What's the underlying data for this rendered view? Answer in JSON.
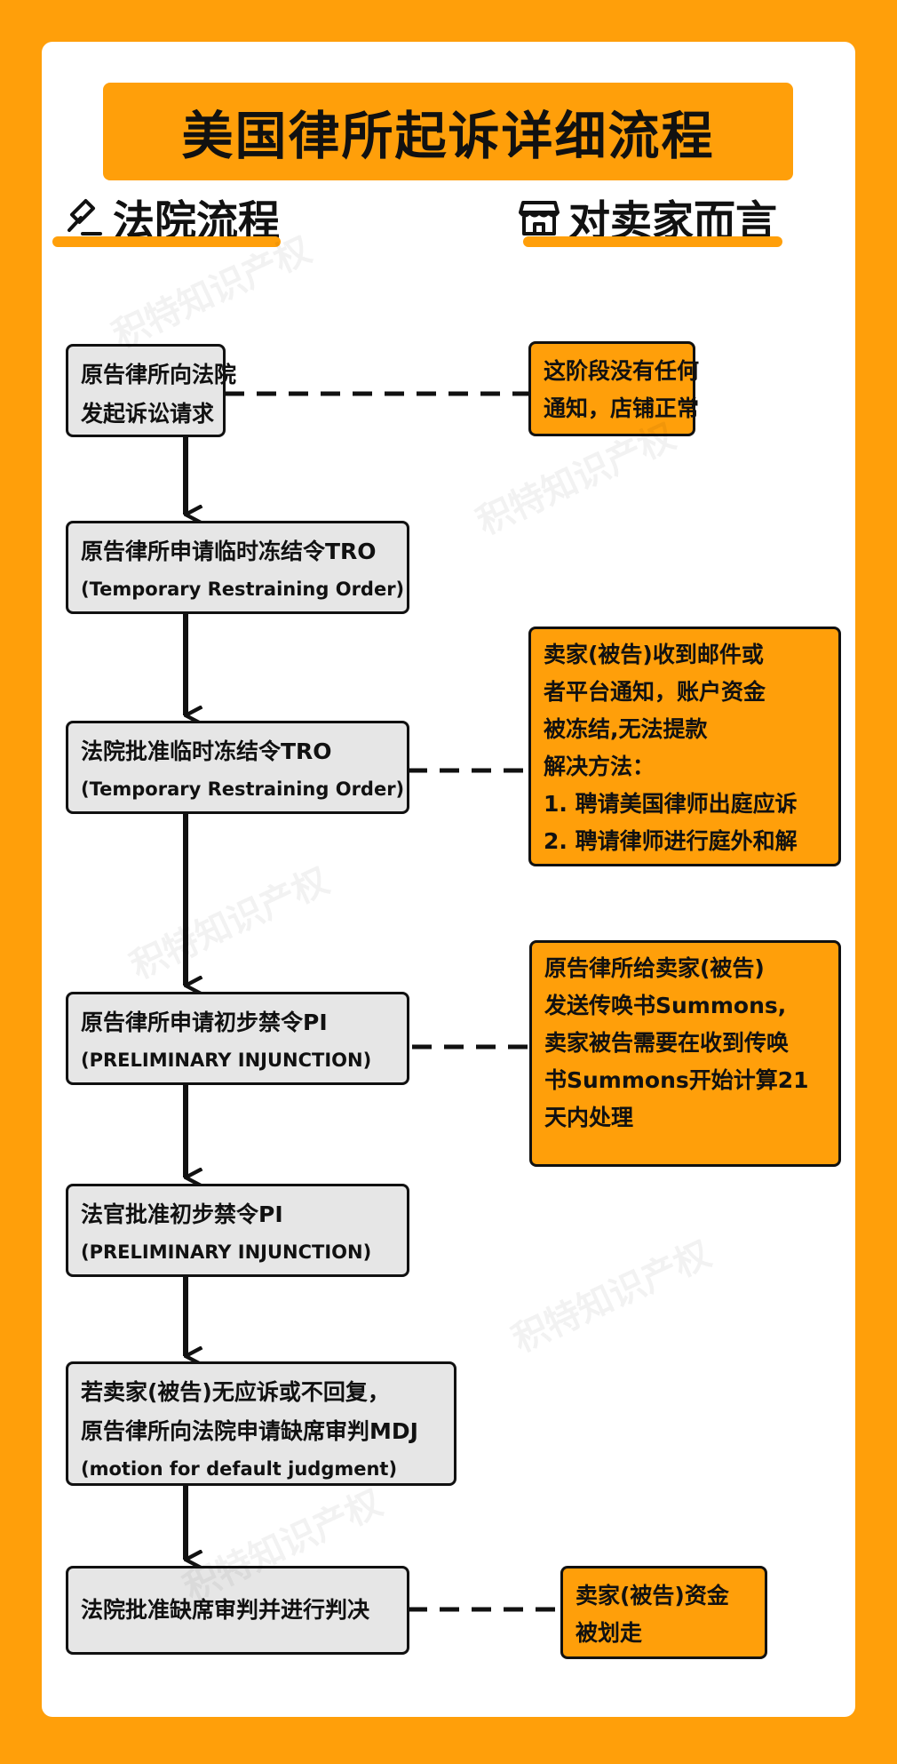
{
  "title": "美国律所起诉详细流程",
  "headers": {
    "left": "法院流程",
    "right": "对卖家而言"
  },
  "icons": {
    "left": "gavel-icon",
    "right": "store-icon"
  },
  "colors": {
    "accent": "#FF9F0A",
    "step_fill": "#E6E6E6",
    "text": "#111111"
  },
  "steps": [
    {
      "line1": "原告律所向法院",
      "line2": "发起诉讼请求"
    },
    {
      "line1": "原告律所申请临时冻结令TRO",
      "line2": "(Temporary Restraining Order)"
    },
    {
      "line1": "法院批准临时冻结令TRO",
      "line2": "(Temporary Restraining Order)"
    },
    {
      "line1": "原告律所申请初步禁令PI",
      "line2": "(PRELIMINARY INJUNCTION)"
    },
    {
      "line1": "法官批准初步禁令PI",
      "line2": "(PRELIMINARY INJUNCTION)"
    },
    {
      "line1": "若卖家(被告)无应诉或不回复，",
      "line2": "原告律所向法院申请缺席审判MDJ",
      "line3": "(motion for default judgment)"
    },
    {
      "line1": "法院批准缺席审判并进行判决"
    }
  ],
  "notes": [
    {
      "lines": [
        "这阶段没有任何",
        "通知，店铺正常"
      ]
    },
    {
      "lines": [
        "卖家(被告)收到邮件或",
        "者平台通知，账户资金",
        "被冻结,无法提款",
        "解决方法：",
        "1. 聘请美国律师出庭应诉",
        "2. 聘请律师进行庭外和解"
      ]
    },
    {
      "lines": [
        "原告律所给卖家(被告)",
        "发送传唤书Summons,",
        "卖家被告需要在收到传唤",
        "书Summons开始计算21",
        "天内处理"
      ]
    },
    {
      "lines": [
        "卖家(被告)资金",
        "被划走"
      ]
    }
  ],
  "watermark": "积特知识产权"
}
